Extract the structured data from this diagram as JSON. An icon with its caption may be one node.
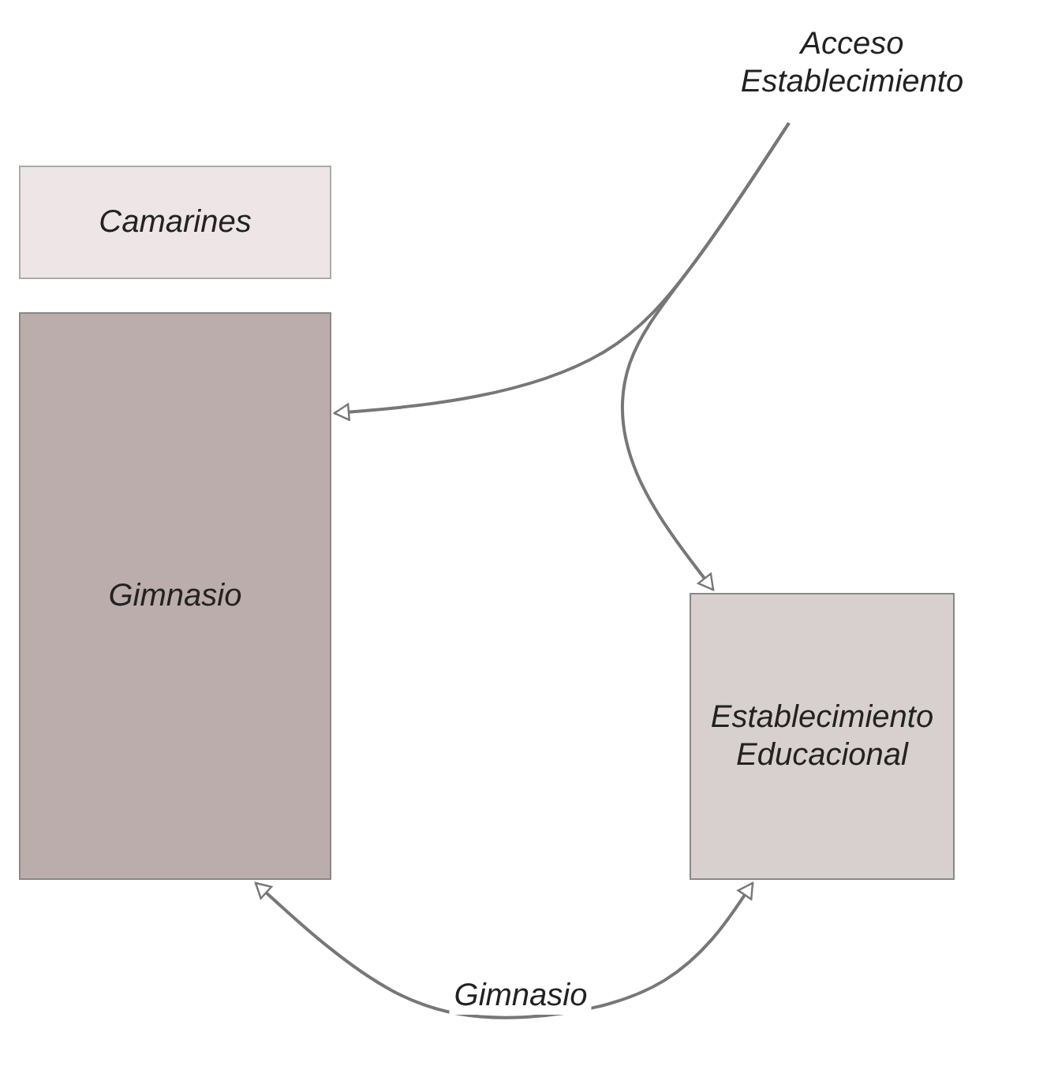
{
  "diagram": {
    "nodes": [
      {
        "text": [
          "Camarines"
        ]
      },
      {
        "text": [
          "Gimnasio"
        ]
      },
      {
        "text": [
          "Establecimiento Educacional"
        ]
      },
      {
        "text": [
          "Acceso Establecimiento"
        ]
      }
    ],
    "edges": [
      {
        "from": 3,
        "to": 1,
        "arrow": "to"
      },
      {
        "from": 3,
        "to": 2,
        "arrow": "to"
      },
      {
        "from": 1,
        "to": 2,
        "arrow": "both",
        "label": "Gimnasio"
      }
    ]
  }
}
